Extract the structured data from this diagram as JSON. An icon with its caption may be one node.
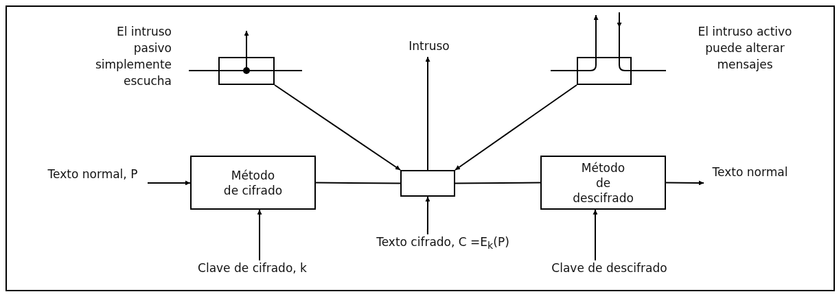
{
  "diagram": {
    "nodes": [
      {
        "text": [
          "Texto normal, P"
        ]
      },
      {
        "text": [
          "Método de cifrado"
        ]
      },
      {
        "text": [],
        "shape": "box"
      },
      {
        "text": [
          "Método de descifrado"
        ]
      },
      {
        "text": [
          "Texto normal"
        ]
      },
      {
        "text": [
          "Clave de cifrado, k"
        ]
      },
      {
        "text": [
          "Texto cifrado, C =E$_{k}$(P)"
        ]
      },
      {
        "text": [
          "Clave de descifrado"
        ]
      },
      {
        "text": [
          "Intruso"
        ]
      },
      {
        "text": [],
        "shape": "box"
      },
      {
        "text": [],
        "shape": "box"
      }
    ],
    "edges": [
      {
        "from": 0,
        "to": 1,
        "arrow": "to"
      },
      {
        "from": 1,
        "to": 2,
        "arrow": "none"
      },
      {
        "from": 2,
        "to": 3,
        "arrow": "none"
      },
      {
        "from": 3,
        "to": 4,
        "arrow": "to"
      },
      {
        "from": 5,
        "to": 1,
        "arrow": "to"
      },
      {
        "from": 6,
        "to": 2,
        "arrow": "to"
      },
      {
        "from": 7,
        "to": 3,
        "arrow": "to"
      },
      {
        "from": 2,
        "to": 8,
        "arrow": "to"
      },
      {
        "from": 9,
        "to": 2,
        "arrow": "to"
      },
      {
        "from": 10,
        "to": 2,
        "arrow": "to"
      }
    ],
    "labels": [
      "El intruso pasivo simplemente escucha",
      "El intruso activo puede alterar mensajes"
    ]
  }
}
